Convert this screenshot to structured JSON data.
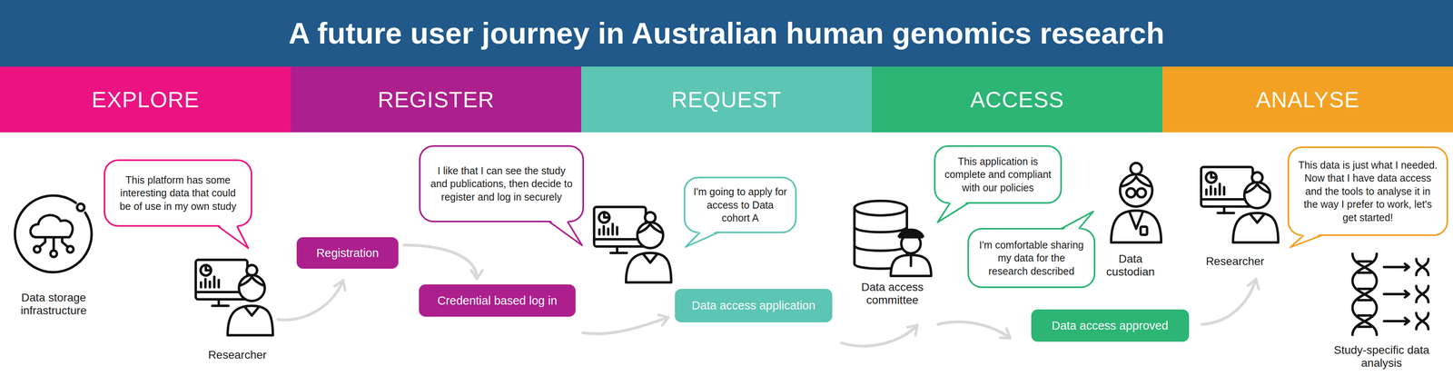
{
  "diagram": {
    "title": "A future user journey in Australian human genomics research",
    "nodes": [
      {
        "text": [
          "EXPLORE"
        ]
      },
      {
        "text": [
          "REGISTER"
        ]
      },
      {
        "text": [
          "REQUEST"
        ]
      },
      {
        "text": [
          "ACCESS"
        ]
      },
      {
        "text": [
          "ANALYSE"
        ]
      },
      {
        "text": [
          "This platform has some interesting data that could be of use in my own study"
        ]
      },
      {
        "text": [
          "Registration"
        ]
      },
      {
        "text": [
          "I like that I can see the study and publications, then decide to register and log in securely"
        ]
      },
      {
        "text": [
          "Credential based log in"
        ]
      },
      {
        "text": [
          "I'm going to apply for access to Data cohort A"
        ]
      },
      {
        "text": [
          "Data access application"
        ]
      },
      {
        "text": [
          "This application is complete and compliant with our policies"
        ]
      },
      {
        "text": [
          "I'm comfortable sharing my data for the research described"
        ]
      },
      {
        "text": [
          "Data access approved"
        ]
      },
      {
        "text": [
          "This data is just what I needed. Now that I have data access and the tools to analyse it in the way I prefer to work, let's get started!"
        ]
      }
    ],
    "edges": [
      {
        "from": 6,
        "to": 8,
        "arrow": "to"
      },
      {
        "from": 8,
        "to": 10,
        "arrow": "to"
      }
    ],
    "labels": [
      "Data storage infrastructure",
      "Researcher",
      "Data access committee",
      "Data custodian",
      "Researcher",
      "Study-specific data analysis"
    ]
  }
}
